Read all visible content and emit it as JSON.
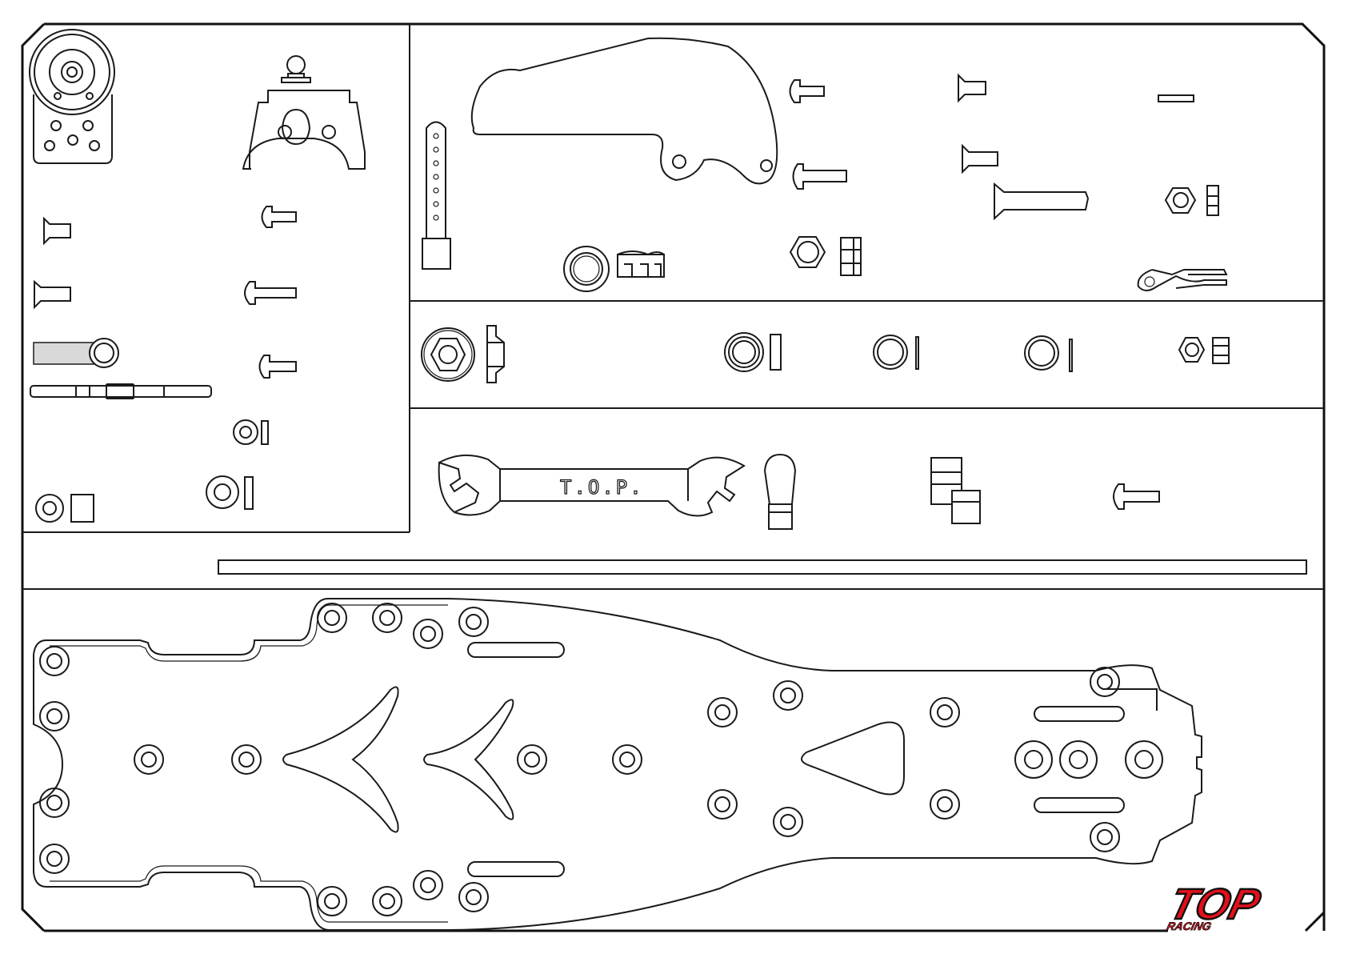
{
  "sheet": {
    "wrench_engraving": "T.O.P.",
    "brand_logo": {
      "name": "TOP",
      "tagline": "RACING",
      "color": "#e3101a"
    }
  },
  "groups": [
    {
      "id": "left-parts",
      "items": [
        "servo-saver-horn",
        "ball-stud-mount",
        "flat-head-screw",
        "button-head-screw",
        "rod-end",
        "turnbuckle-rod",
        "washer",
        "spacer"
      ]
    },
    {
      "id": "upper-parts",
      "items": [
        "body-post",
        "front-bulkhead-brace",
        "body-clip",
        "nylon-lock-nut",
        "flanged-nut",
        "hex-nut",
        "set-screw"
      ]
    },
    {
      "id": "middle-parts",
      "items": [
        "serrated-flange-nut",
        "o-ring",
        "shim-washer",
        "lock-nut"
      ]
    },
    {
      "id": "tool-parts",
      "items": [
        "turnbuckle-wrench",
        "ball-cup",
        "pivot-block",
        "button-head-screw"
      ]
    },
    {
      "id": "rod",
      "items": [
        "long-shaft"
      ]
    },
    {
      "id": "chassis",
      "items": [
        "main-chassis-plate"
      ]
    }
  ]
}
